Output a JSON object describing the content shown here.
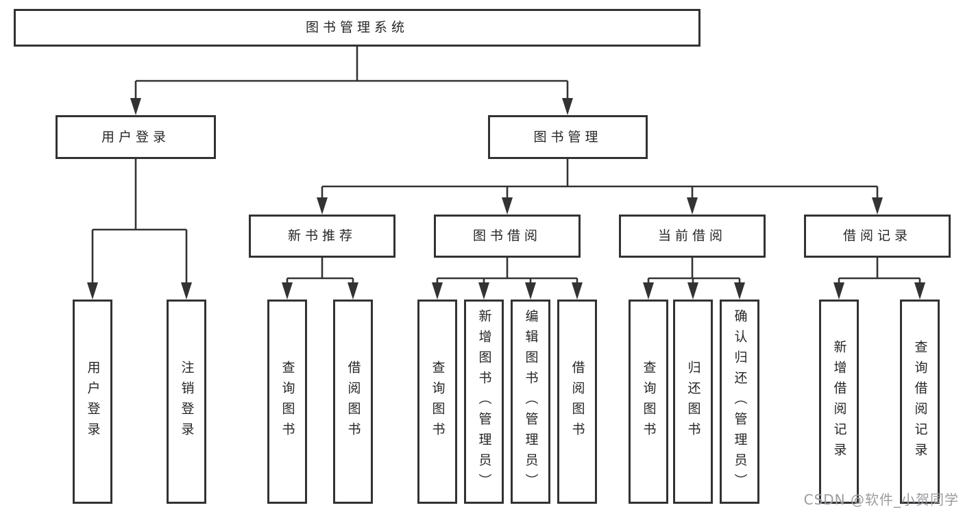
{
  "diagram": {
    "root": "图书管理系统",
    "level2": {
      "user_login": "用户登录",
      "book_management": "图书管理"
    },
    "level3": {
      "new_book_recommend": "新书推荐",
      "book_borrow": "图书借阅",
      "current_borrow": "当前借阅",
      "borrow_records": "借阅记录"
    },
    "leaves": {
      "user_login": [
        "用户登录",
        "注销登录"
      ],
      "new_book_recommend": [
        "查询图书",
        "借阅图书"
      ],
      "book_borrow": [
        "查询图书",
        "新增图书（管理员）",
        "编辑图书（管理员）",
        "借阅图书"
      ],
      "current_borrow": [
        "查询图书",
        "归还图书",
        "确认归还（管理员）"
      ],
      "borrow_records": [
        "新增借阅记录",
        "查询借阅记录"
      ]
    }
  },
  "watermark": "CSDN @软件_小贺同学",
  "colors": {
    "line": "#333336",
    "box_border": "#323234",
    "box_fill": "#ffffff",
    "text": "#26262a",
    "watermark": "#9b9ba1",
    "background": "#ffffff"
  }
}
